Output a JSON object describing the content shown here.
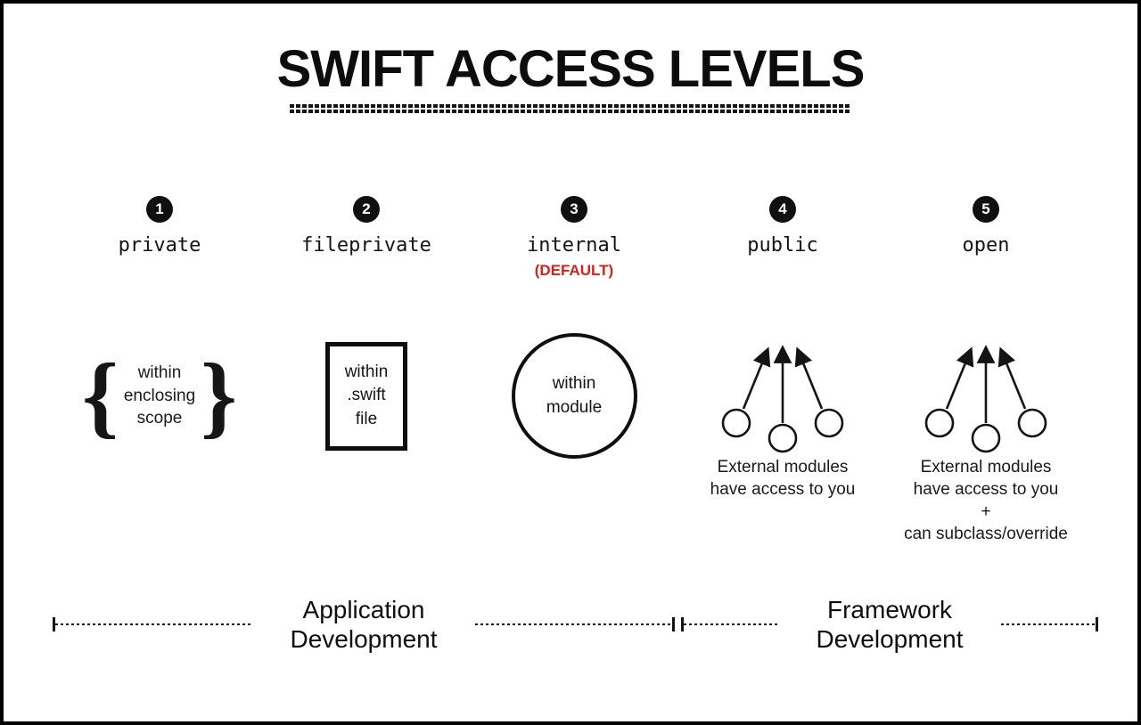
{
  "title": "SWIFT ACCESS LEVELS",
  "colors": {
    "ink": "#141414",
    "background": "#ffffff",
    "default_red": "#d8201c"
  },
  "levels": [
    {
      "number": "1",
      "label": "private",
      "shape": "curly-braces",
      "shape_text": "within\nenclosing\nscope"
    },
    {
      "number": "2",
      "label": "fileprivate",
      "shape": "rectangle",
      "shape_text": "within\n.swift\nfile"
    },
    {
      "number": "3",
      "label": "internal",
      "note": "(DEFAULT)",
      "shape": "circle",
      "shape_text": "within\nmodule"
    },
    {
      "number": "4",
      "label": "public",
      "shape": "arrows-to-center",
      "caption": "External modules\nhave access to you"
    },
    {
      "number": "5",
      "label": "open",
      "shape": "arrows-to-center",
      "caption": "External modules\nhave access to you\n+\ncan subclass/override"
    }
  ],
  "axis": {
    "left_label": "Application\nDevelopment",
    "right_label": "Framework\nDevelopment"
  },
  "glyphs": {
    "left_brace": "{",
    "right_brace": "}"
  }
}
